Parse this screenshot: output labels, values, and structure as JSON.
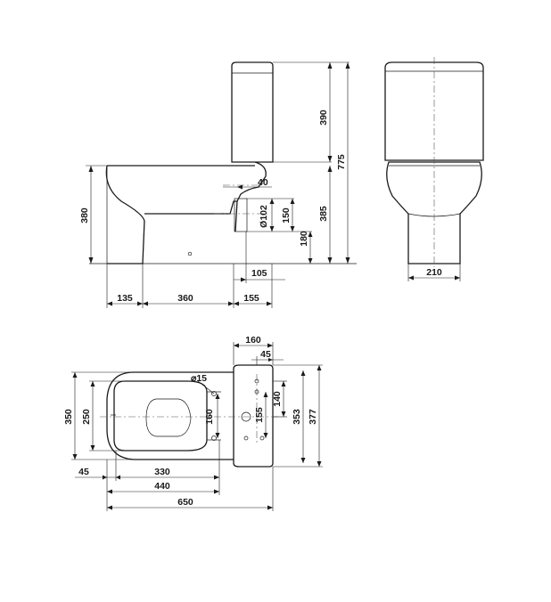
{
  "side_view": {
    "dim_tank_height": "390",
    "dim_total_height": "775",
    "dim_outlet_height": "385",
    "dim_seat_height": "380",
    "dim_40": "40",
    "dim_pipe": "Ø102",
    "dim_150": "150",
    "dim_180": "180",
    "dim_105": "105",
    "dim_135": "135",
    "dim_360": "360",
    "dim_155": "155"
  },
  "front_view": {
    "dim_width": "210"
  },
  "top_view": {
    "dim_160_top": "160",
    "dim_45_top": "45",
    "dim_hole": "⌀15",
    "dim_140": "140",
    "dim_155": "155",
    "dim_160_left": "160",
    "dim_250": "250",
    "dim_350": "350",
    "dim_353": "353",
    "dim_377": "377",
    "dim_45_bottom": "45",
    "dim_330": "330",
    "dim_440": "440",
    "dim_650": "650"
  }
}
